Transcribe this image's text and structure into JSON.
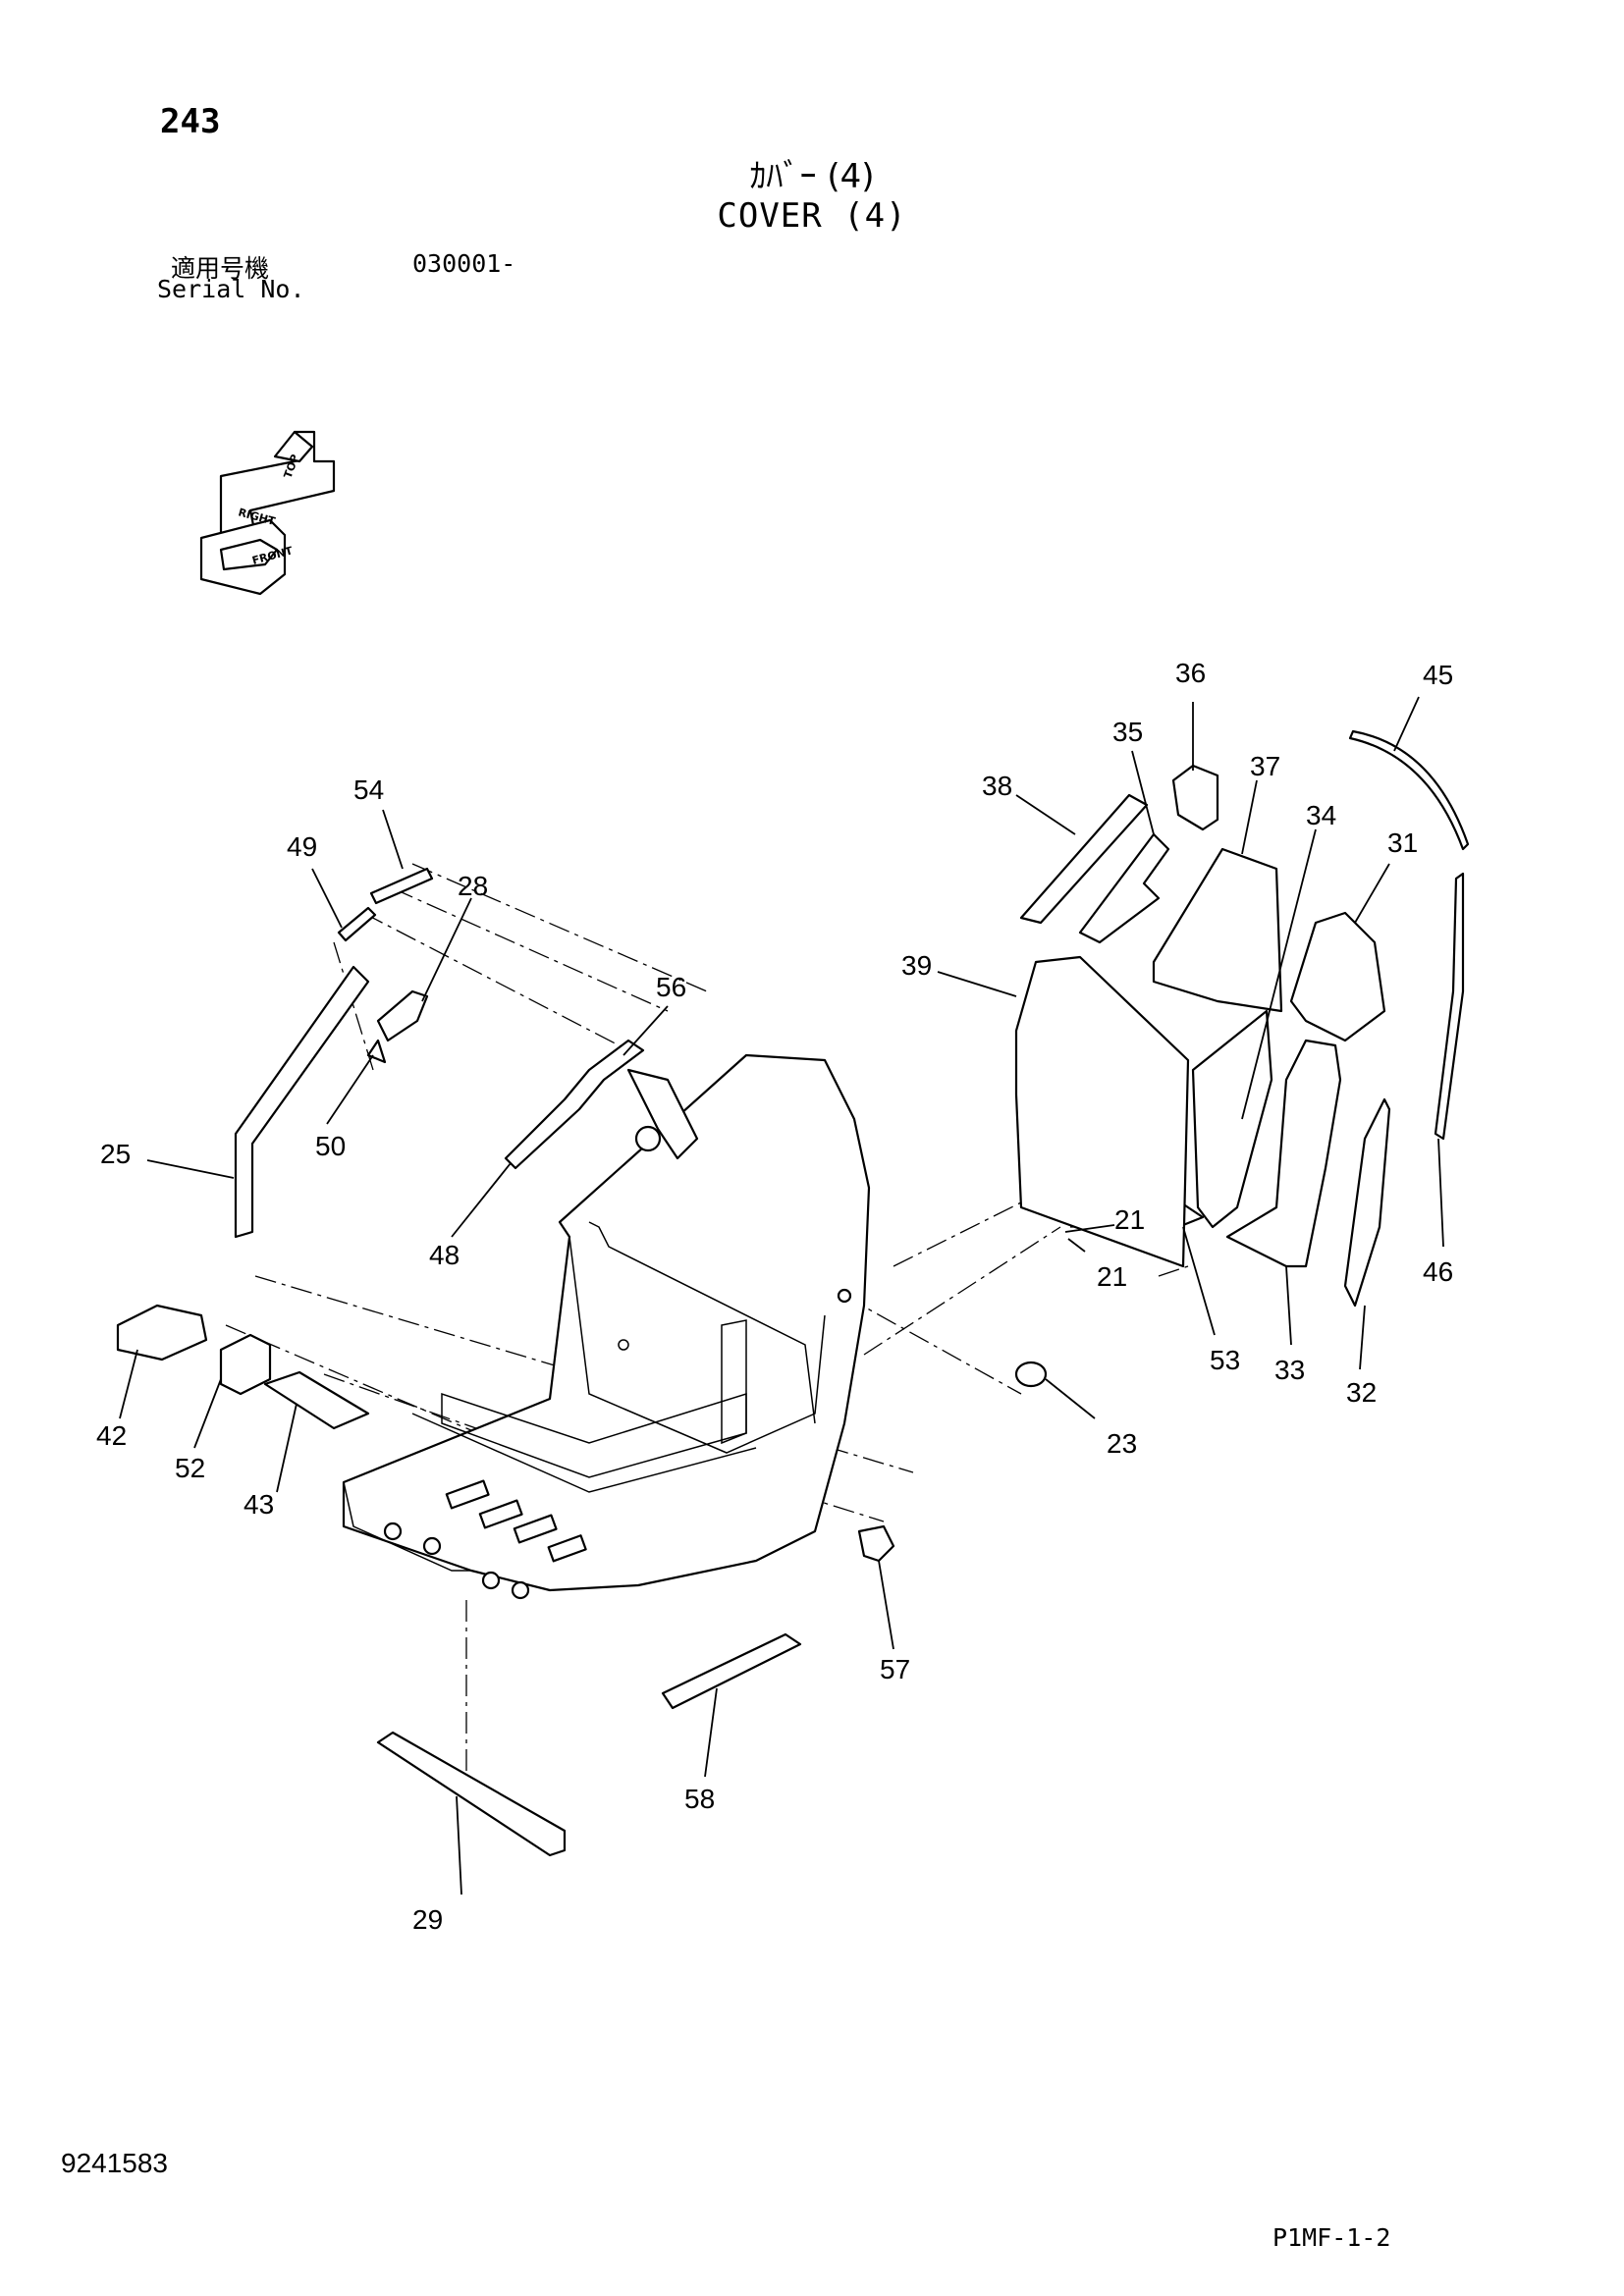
{
  "header": {
    "page_number": "243",
    "title_jp": "ｶﾊﾞｰ (4)",
    "title_en": "COVER (4)",
    "serial_label_jp": "適用号機",
    "serial_value": "030001-",
    "serial_label_en": "Serial No."
  },
  "orientation": {
    "top": "TOP",
    "right": "RIGHT",
    "front": "FRONT"
  },
  "callouts": [
    {
      "id": "c21a",
      "label": "21"
    },
    {
      "id": "c21b",
      "label": "21"
    },
    {
      "id": "c23",
      "label": "23"
    },
    {
      "id": "c25",
      "label": "25"
    },
    {
      "id": "c28",
      "label": "28"
    },
    {
      "id": "c29",
      "label": "29"
    },
    {
      "id": "c31",
      "label": "31"
    },
    {
      "id": "c32",
      "label": "32"
    },
    {
      "id": "c33",
      "label": "33"
    },
    {
      "id": "c34",
      "label": "34"
    },
    {
      "id": "c35",
      "label": "35"
    },
    {
      "id": "c36",
      "label": "36"
    },
    {
      "id": "c37",
      "label": "37"
    },
    {
      "id": "c38",
      "label": "38"
    },
    {
      "id": "c39",
      "label": "39"
    },
    {
      "id": "c42",
      "label": "42"
    },
    {
      "id": "c43",
      "label": "43"
    },
    {
      "id": "c45",
      "label": "45"
    },
    {
      "id": "c46",
      "label": "46"
    },
    {
      "id": "c48",
      "label": "48"
    },
    {
      "id": "c49",
      "label": "49"
    },
    {
      "id": "c50",
      "label": "50"
    },
    {
      "id": "c52",
      "label": "52"
    },
    {
      "id": "c53",
      "label": "53"
    },
    {
      "id": "c54",
      "label": "54"
    },
    {
      "id": "c56",
      "label": "56"
    },
    {
      "id": "c57",
      "label": "57"
    },
    {
      "id": "c58",
      "label": "58"
    }
  ],
  "footer": {
    "drawing_number": "9241583",
    "page_code": "P1MF-1-2"
  }
}
